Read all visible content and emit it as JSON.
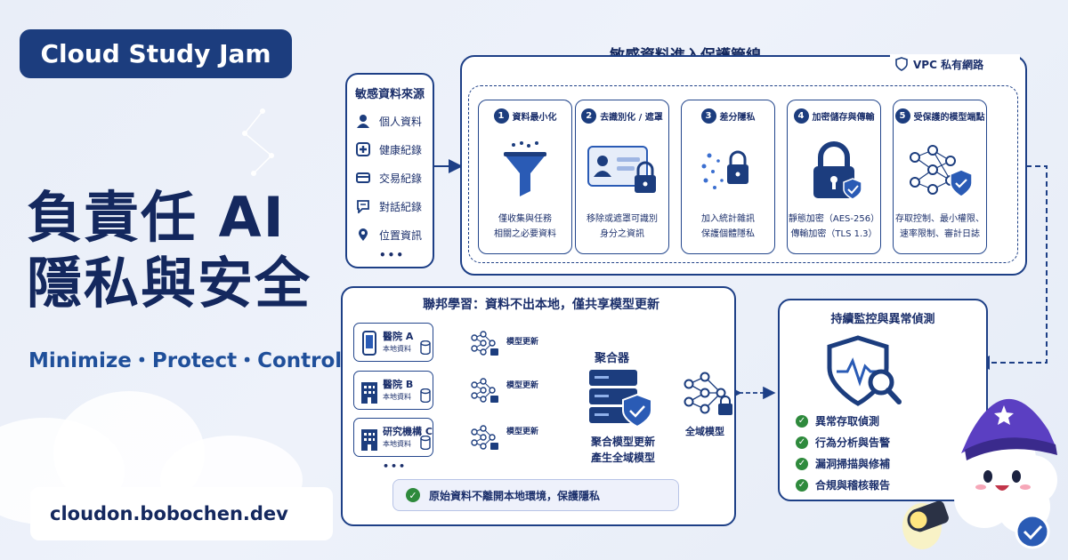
{
  "brand": {
    "badge": "Cloud Study Jam"
  },
  "hero": {
    "line1": "負責任 AI",
    "line2": "隱私與安全",
    "tagline": "Minimize・Protect・Control"
  },
  "footer": {
    "url": "cloudon.bobochen.dev"
  },
  "sources": {
    "title": "敏感資料來源",
    "items": [
      {
        "label": "個人資料",
        "icon": "person-icon"
      },
      {
        "label": "健康紀錄",
        "icon": "medical-cross-icon"
      },
      {
        "label": "交易紀錄",
        "icon": "credit-card-icon"
      },
      {
        "label": "對話紀錄",
        "icon": "chat-icon"
      },
      {
        "label": "位置資訊",
        "icon": "location-pin-icon"
      }
    ],
    "more": "•••"
  },
  "pipeline": {
    "title": "敏感資料進入保護管線",
    "vpc_label": "VPC 私有網路",
    "steps": [
      {
        "num": "1",
        "title": "資料最小化",
        "desc1": "僅收集與任務",
        "desc2": "相關之必要資料",
        "icon": "funnel-icon"
      },
      {
        "num": "2",
        "title": "去識別化 / 遮罩",
        "desc1": "移除或遮罩可識別",
        "desc2": "身分之資訊",
        "icon": "masked-id-card-icon"
      },
      {
        "num": "3",
        "title": "差分隱私",
        "desc1": "加入統計雜訊",
        "desc2": "保護個體隱私",
        "icon": "noise-lock-icon"
      },
      {
        "num": "4",
        "title": "加密儲存與傳輸",
        "desc1": "靜態加密（AES-256）",
        "desc2": "傳輸加密（TLS 1.3）",
        "icon": "padlock-shield-icon"
      },
      {
        "num": "5",
        "title": "受保護的模型端點",
        "desc1": "存取控制、最小權限、",
        "desc2": "速率限制、審計日誌",
        "icon": "neural-network-shield-icon"
      }
    ]
  },
  "federated": {
    "title": "聯邦學習：資料不出本地，僅共享模型更新",
    "nodes": [
      {
        "name": "醫院 A",
        "sub": "本地資料",
        "icon": "smartphone-icon"
      },
      {
        "name": "醫院 B",
        "sub": "本地資料",
        "icon": "building-icon"
      },
      {
        "name": "研究機構 C",
        "sub": "本地資料",
        "icon": "building-icon"
      }
    ],
    "more": "•••",
    "update_label": "模型更新",
    "aggregator_title": "聚合器",
    "aggregator_desc1": "聚合模型更新",
    "aggregator_desc2": "產生全域模型",
    "global_model": "全域模型",
    "note": "原始資料不離開本地環境，保護隱私"
  },
  "monitoring": {
    "title": "持續監控與異常偵測",
    "items": [
      "異常存取偵測",
      "行為分析與告警",
      "漏洞掃描與修補",
      "合規與稽核報告"
    ]
  },
  "colors": {
    "navy": "#1c3d7e",
    "text": "#14285e",
    "green": "#2e8a3c",
    "bg": "#eaeff8"
  }
}
